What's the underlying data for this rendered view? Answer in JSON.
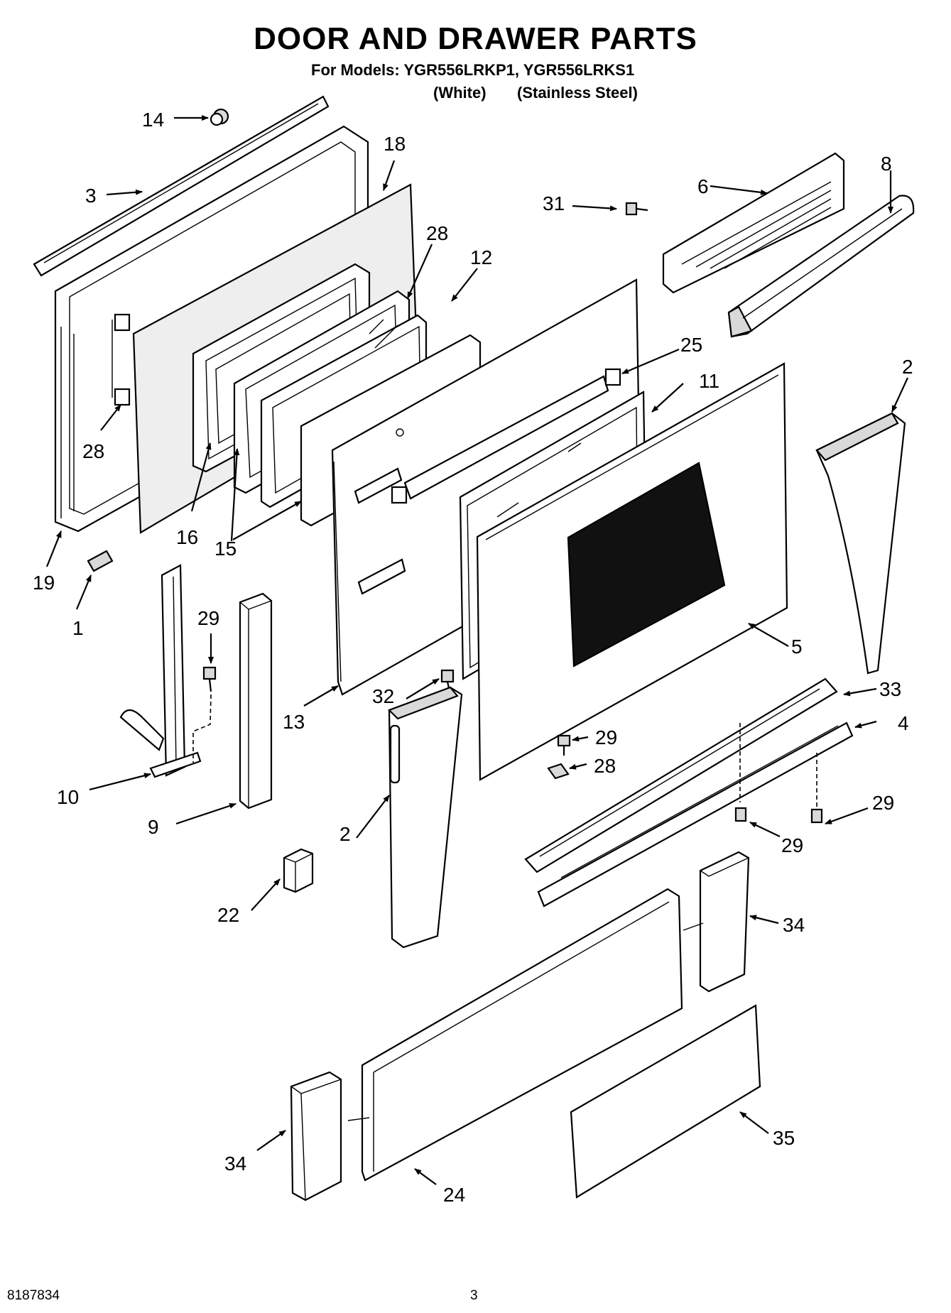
{
  "header": {
    "title": "DOOR AND DRAWER PARTS",
    "models_line": "For Models: YGR556LRKP1, YGR556LRKS1",
    "variant_white": "(White)",
    "variant_stainless": "(Stainless Steel)"
  },
  "footer": {
    "doc_number": "8187834",
    "page_number": "3"
  },
  "callouts": {
    "p14": "14",
    "p3": "3",
    "p18": "18",
    "p28a": "28",
    "p12": "12",
    "p6": "6",
    "p8": "8",
    "p31": "31",
    "p25": "25",
    "p11": "11",
    "p2a": "2",
    "p28b": "28",
    "p16": "16",
    "p15": "15",
    "p19": "19",
    "p1": "1",
    "p29a": "29",
    "p5": "5",
    "p13": "13",
    "p32": "32",
    "p33": "33",
    "p4": "4",
    "p29b": "29",
    "p28c": "28",
    "p10": "10",
    "p9": "9",
    "p2b": "2",
    "p29c": "29",
    "p29d": "29",
    "p22": "22",
    "p34a": "34",
    "p34b": "34",
    "p35": "35",
    "p24": "24"
  }
}
